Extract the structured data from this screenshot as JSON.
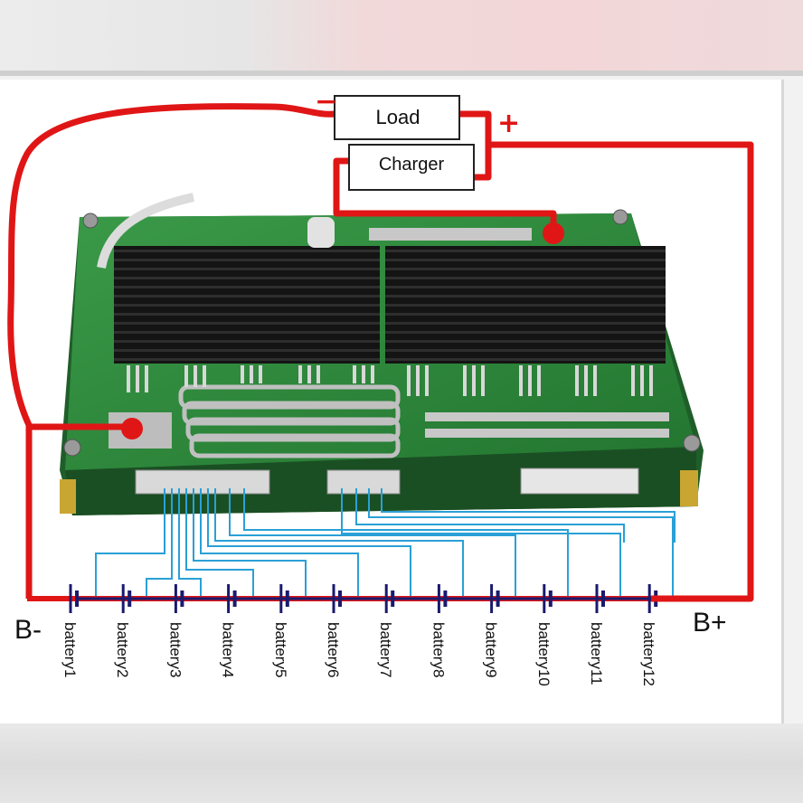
{
  "load_label": "Load",
  "charger_label": "Charger",
  "negative_sign": "−",
  "positive_sign": "+",
  "b_minus": "B-",
  "b_plus": "B+",
  "batteries": [
    "battery1",
    "battery2",
    "battery3",
    "battery4",
    "battery5",
    "battery6",
    "battery7",
    "battery8",
    "battery9",
    "battery10",
    "battery11",
    "battery12"
  ],
  "colors": {
    "wire_main": "#e01616",
    "wire_sense": "#2aa0d6",
    "pcb": "#2c8a3c",
    "heatsink": "#161616",
    "battery_bus": "#1a1a6e"
  }
}
